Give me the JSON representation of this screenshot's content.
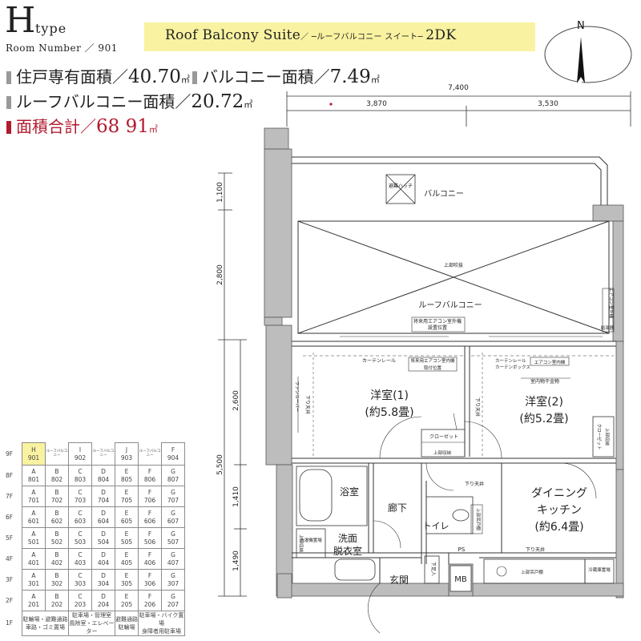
{
  "header": {
    "type_letter": "H",
    "type_word": "type",
    "room_number": "Room Number ／ 901",
    "suite_name": "Roof Balcony Suite",
    "suite_sep": "／",
    "suite_jp": " ─ルーフバルコニー スイート─ ",
    "layout": "2DK",
    "compass_letter": "N"
  },
  "areas": {
    "private": {
      "label": "住戸専有面積／",
      "value": "40.70",
      "unit": "㎡"
    },
    "balcony": {
      "label": "バルコニー面積／",
      "value": "7.49",
      "unit": "㎡"
    },
    "roof_balcony": {
      "label": "ルーフバルコニー面積／",
      "value": "20.72",
      "unit": "㎡"
    },
    "total": {
      "label": "面積合計／",
      "value": "68 91",
      "unit": "㎡"
    }
  },
  "dimensions": {
    "top_total": "7,400",
    "top_left": "3,870",
    "top_right": "3,530",
    "left_1": "1,100",
    "left_2": "2,800",
    "left_3": "2,600",
    "left_4": "1,410",
    "left_5": "1,490",
    "left_total": "5,500"
  },
  "rooms": {
    "hatch": "避難ハッチ",
    "balcony": "バルコニー",
    "upper_void": "上部吹抜",
    "roof_balcony": "ルーフバルコニー",
    "outdoor_unit_plan": "将来用エアコン室外機",
    "outdoor_unit_plan2": "設置位置",
    "outdoor_unit_right": "エアコン室外機",
    "outdoor_unit_right2": "給湯器",
    "curtain_left": "カーテンレール",
    "indoor_unit_plan": "将来用エアコン室内機",
    "indoor_unit_plan2": "取付位置",
    "curtain_right": "カーテンレール",
    "curtain_right2": "カーテンボックス",
    "ac_indoor": "エアコン室内機",
    "laundry_hardware": "室内物干金物",
    "fan_coil": "ファンルーバー",
    "lower_ceiling": "下り天井",
    "room1_name": "洋室(1)",
    "room1_size": "(約5.8畳)",
    "room2_name": "洋室(2)",
    "room2_size": "(約5.2畳)",
    "closet": "クローゼット",
    "closet_shelf": "上部収納",
    "closet_right": "クローゼット",
    "closet_right_shelf": "上部収納",
    "bath": "浴室",
    "corridor": "廊下",
    "toilet": "トイレ",
    "toilet_shelf": "上部吊戸棚",
    "washroom1": "洗面",
    "washroom2": "脱衣室",
    "washer": "洗濯機置場",
    "wash_shelf": "上部収納",
    "ps": "PS",
    "entrance": "玄関",
    "shoe_box": "下足入",
    "mb": "MB",
    "dk1": "ダイニング",
    "dk2": "キッチン",
    "dk3": "(約6.4畳)",
    "kitchen_lower_ceiling": "下り天井",
    "wall_cabinet": "上部吊戸棚",
    "fridge": "冷蔵庫置場"
  },
  "floor_table": {
    "row9": {
      "floor": "9F",
      "h_name": "H",
      "h_num": "901",
      "i_name": "I",
      "i_num": "902",
      "j_name": "J",
      "j_num": "903",
      "f_name": "F",
      "f_num": "904",
      "roof_note": "ルーフバルコニー"
    },
    "rows": [
      {
        "floor": "8F",
        "cells": [
          [
            "A",
            "801"
          ],
          [
            "B",
            "802"
          ],
          [
            "C",
            "803"
          ],
          [
            "D",
            "804"
          ],
          [
            "E",
            "805"
          ],
          [
            "F",
            "806"
          ],
          [
            "G",
            "807"
          ]
        ]
      },
      {
        "floor": "7F",
        "cells": [
          [
            "A",
            "701"
          ],
          [
            "B",
            "702"
          ],
          [
            "C",
            "703"
          ],
          [
            "D",
            "704"
          ],
          [
            "E",
            "705"
          ],
          [
            "F",
            "706"
          ],
          [
            "G",
            "707"
          ]
        ]
      },
      {
        "floor": "6F",
        "cells": [
          [
            "A",
            "601"
          ],
          [
            "B",
            "602"
          ],
          [
            "C",
            "603"
          ],
          [
            "D",
            "604"
          ],
          [
            "E",
            "605"
          ],
          [
            "F",
            "606"
          ],
          [
            "G",
            "607"
          ]
        ]
      },
      {
        "floor": "5F",
        "cells": [
          [
            "A",
            "501"
          ],
          [
            "B",
            "502"
          ],
          [
            "C",
            "503"
          ],
          [
            "D",
            "504"
          ],
          [
            "E",
            "505"
          ],
          [
            "F",
            "506"
          ],
          [
            "G",
            "507"
          ]
        ]
      },
      {
        "floor": "4F",
        "cells": [
          [
            "A",
            "401"
          ],
          [
            "B",
            "402"
          ],
          [
            "C",
            "403"
          ],
          [
            "D",
            "404"
          ],
          [
            "E",
            "405"
          ],
          [
            "F",
            "406"
          ],
          [
            "G",
            "407"
          ]
        ]
      },
      {
        "floor": "3F",
        "cells": [
          [
            "A",
            "301"
          ],
          [
            "B",
            "302"
          ],
          [
            "C",
            "303"
          ],
          [
            "D",
            "304"
          ],
          [
            "E",
            "305"
          ],
          [
            "F",
            "306"
          ],
          [
            "G",
            "307"
          ]
        ]
      },
      {
        "floor": "2F",
        "cells": [
          [
            "A",
            "201"
          ],
          [
            "B",
            "202"
          ],
          [
            "C",
            "203"
          ],
          [
            "D",
            "204"
          ],
          [
            "E",
            "205"
          ],
          [
            "F",
            "206"
          ],
          [
            "G",
            "207"
          ]
        ]
      }
    ],
    "row1": {
      "floor": "1F",
      "c1a": "駐輪場・避難通路",
      "c1b": "車路・ゴミ置場",
      "c2a": "駐車場・管理室",
      "c2b": "風除室・エレベーター",
      "c3a": "避難通路",
      "c3b": "駐輪場",
      "c4a": "駐車場・バイク置場",
      "c4b": "身障者用駐車場"
    }
  },
  "colors": {
    "highlight": "#f9f2a0",
    "total_accent": "#b21a2e",
    "wall": "#bdbdbd",
    "marker": "#b21a2e"
  }
}
